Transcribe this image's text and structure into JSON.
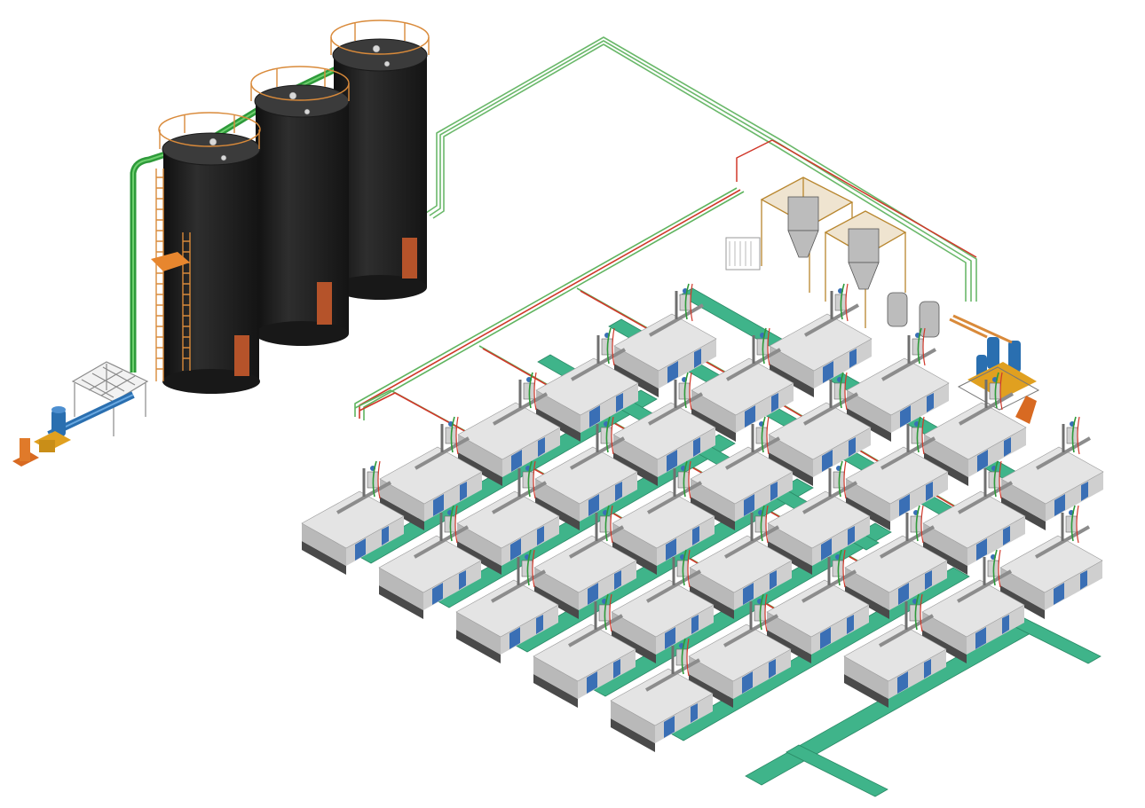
{
  "scene": {
    "type": "isometric plant layout",
    "silos": {
      "count": 3,
      "body_color": "#232323",
      "rail_color": "#d98a3a",
      "door_color": "#b5532a",
      "ladder_color": "#d98a3a"
    },
    "pipes": {
      "main_color": "#2e9a3a",
      "secondary_color": "#7cc47e",
      "return_color": "#d0382a"
    },
    "machines": {
      "count": 32,
      "body_color": "#cfcfcf",
      "panel_color": "#3a6fb5",
      "base_color": "#4a4a4a"
    },
    "conveyors": {
      "color": "#3fb48a"
    },
    "blowers": {
      "motor_color": "#2a6fb0",
      "frame_color": "#e0a020",
      "base_color": "#d86a22"
    }
  }
}
